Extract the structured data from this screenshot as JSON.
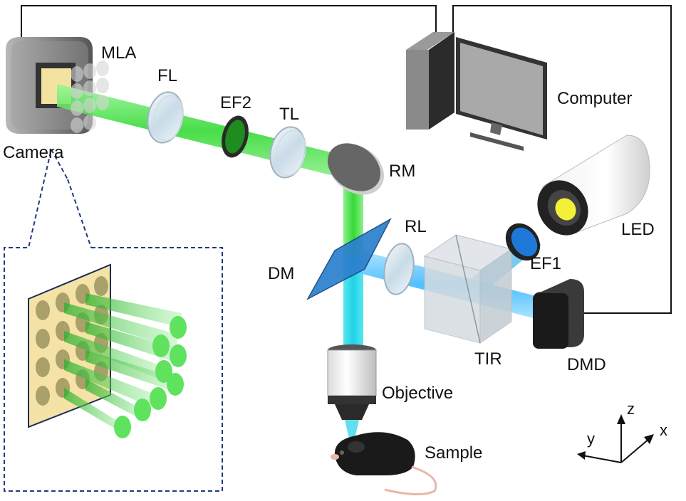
{
  "labels": {
    "mla": "MLA",
    "fl": "FL",
    "ef2": "EF2",
    "tl": "TL",
    "camera": "Camera",
    "computer": "Computer",
    "rm": "RM",
    "led": "LED",
    "rl": "RL",
    "ef1": "EF1",
    "dm": "DM",
    "tir": "TIR",
    "dmd": "DMD",
    "objective": "Objective",
    "sample": "Sample"
  },
  "axes": {
    "z": "z",
    "y": "y",
    "x": "x"
  },
  "colors": {
    "emission": "#3ce23c",
    "excitation": "#3ab7ff",
    "led_light": "#f4f03a",
    "filter_blue": "#1e78d8",
    "camera_sensor": "#f3e2a0"
  }
}
